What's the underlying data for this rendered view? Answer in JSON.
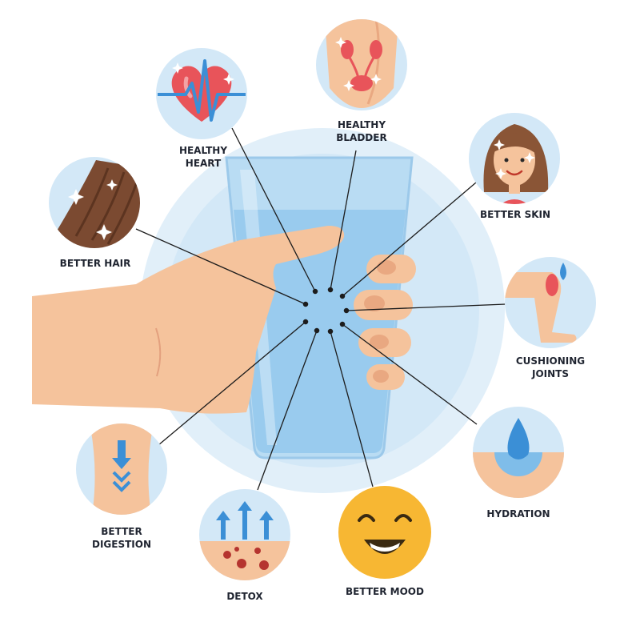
{
  "benefits": [
    {
      "id": "healthy-heart",
      "line1": "HEALTHY",
      "line2": "HEART",
      "icon": "heart-icon"
    },
    {
      "id": "healthy-bladder",
      "line1": "HEALTHY",
      "line2": "BLADDER",
      "icon": "bladder-icon"
    },
    {
      "id": "better-skin",
      "line1": "BETTER SKIN",
      "line2": "",
      "icon": "face-icon"
    },
    {
      "id": "better-hair",
      "line1": "BETTER HAIR",
      "line2": "",
      "icon": "hair-icon"
    },
    {
      "id": "cushioning-joints",
      "line1": "CUSHIONING",
      "line2": "JOINTS",
      "icon": "knee-joint-icon"
    },
    {
      "id": "hydration",
      "line1": "HYDRATION",
      "line2": "",
      "icon": "water-drop-icon"
    },
    {
      "id": "better-digestion",
      "line1": "BETTER",
      "line2": "DIGESTION",
      "icon": "stomach-icon"
    },
    {
      "id": "detox",
      "line1": "DETOX",
      "line2": "",
      "icon": "detox-icon"
    },
    {
      "id": "better-mood",
      "line1": "BETTER MOOD",
      "line2": "",
      "icon": "smiley-icon"
    }
  ],
  "central_icon": "hand-holding-glass-icon",
  "colors": {
    "circle_bg": "#d3e8f7",
    "halo": "#dcecf8",
    "skin": "#f5c39c",
    "skin_dark": "#e9a881",
    "glass": "#a9d3f0",
    "water": "#7fbde9",
    "heart": "#e8545a",
    "mood": "#f7b733",
    "line": "#1c1c1c"
  }
}
